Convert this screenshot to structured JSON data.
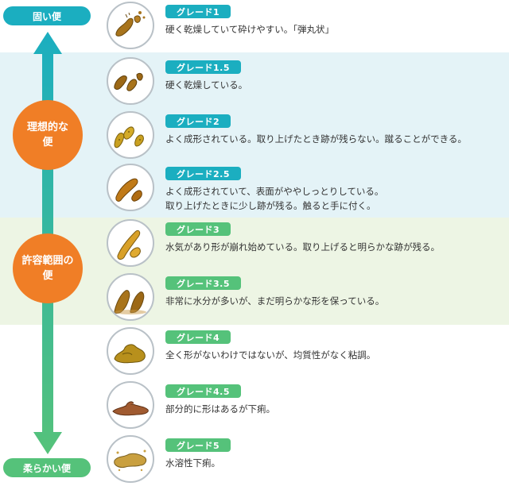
{
  "scale": {
    "top_label": "固い便",
    "bottom_label": "柔らかい便"
  },
  "zones": {
    "ideal": [
      "理想的な",
      "便"
    ],
    "acceptable": [
      "許容範囲の",
      "便"
    ]
  },
  "grades": [
    {
      "label": "グレード1",
      "desc": [
        "硬く乾燥していて砕けやすい。「弾丸状」"
      ],
      "badge_color": "teal"
    },
    {
      "label": "グレード1.5",
      "desc": [
        "硬く乾燥している。"
      ],
      "badge_color": "teal"
    },
    {
      "label": "グレード2",
      "desc": [
        "よく成形されている。取り上げたとき跡が残らない。蹴ることができる。"
      ],
      "badge_color": "teal"
    },
    {
      "label": "グレード2.5",
      "desc": [
        "よく成形されていて、表面がややしっとりしている。",
        "取り上げたときに少し跡が残る。触ると手に付く。"
      ],
      "badge_color": "teal"
    },
    {
      "label": "グレード3",
      "desc": [
        "水気があり形が崩れ始めている。取り上げると明らかな跡が残る。"
      ],
      "badge_color": "green"
    },
    {
      "label": "グレード3.5",
      "desc": [
        "非常に水分が多いが、まだ明らかな形を保っている。"
      ],
      "badge_color": "green"
    },
    {
      "label": "グレード4",
      "desc": [
        "全く形がないわけではないが、均質性がなく粘調。"
      ],
      "badge_color": "green"
    },
    {
      "label": "グレード4.5",
      "desc": [
        "部分的に形はあるが下痢。"
      ],
      "badge_color": "green"
    },
    {
      "label": "グレード5",
      "desc": [
        "水溶性下痢。"
      ],
      "badge_color": "green"
    }
  ],
  "colors": {
    "teal": "#1baec0",
    "green": "#55c27a",
    "orange": "#f07e26",
    "ideal_band": "#e4f3f7",
    "acceptable_band": "#edf5e4"
  },
  "icons": [
    "stool-grade1-icon",
    "stool-grade1-5-icon",
    "stool-grade2-icon",
    "stool-grade2-5-icon",
    "stool-grade3-icon",
    "stool-grade3-5-icon",
    "stool-grade4-icon",
    "stool-grade4-5-icon",
    "stool-grade5-icon"
  ]
}
